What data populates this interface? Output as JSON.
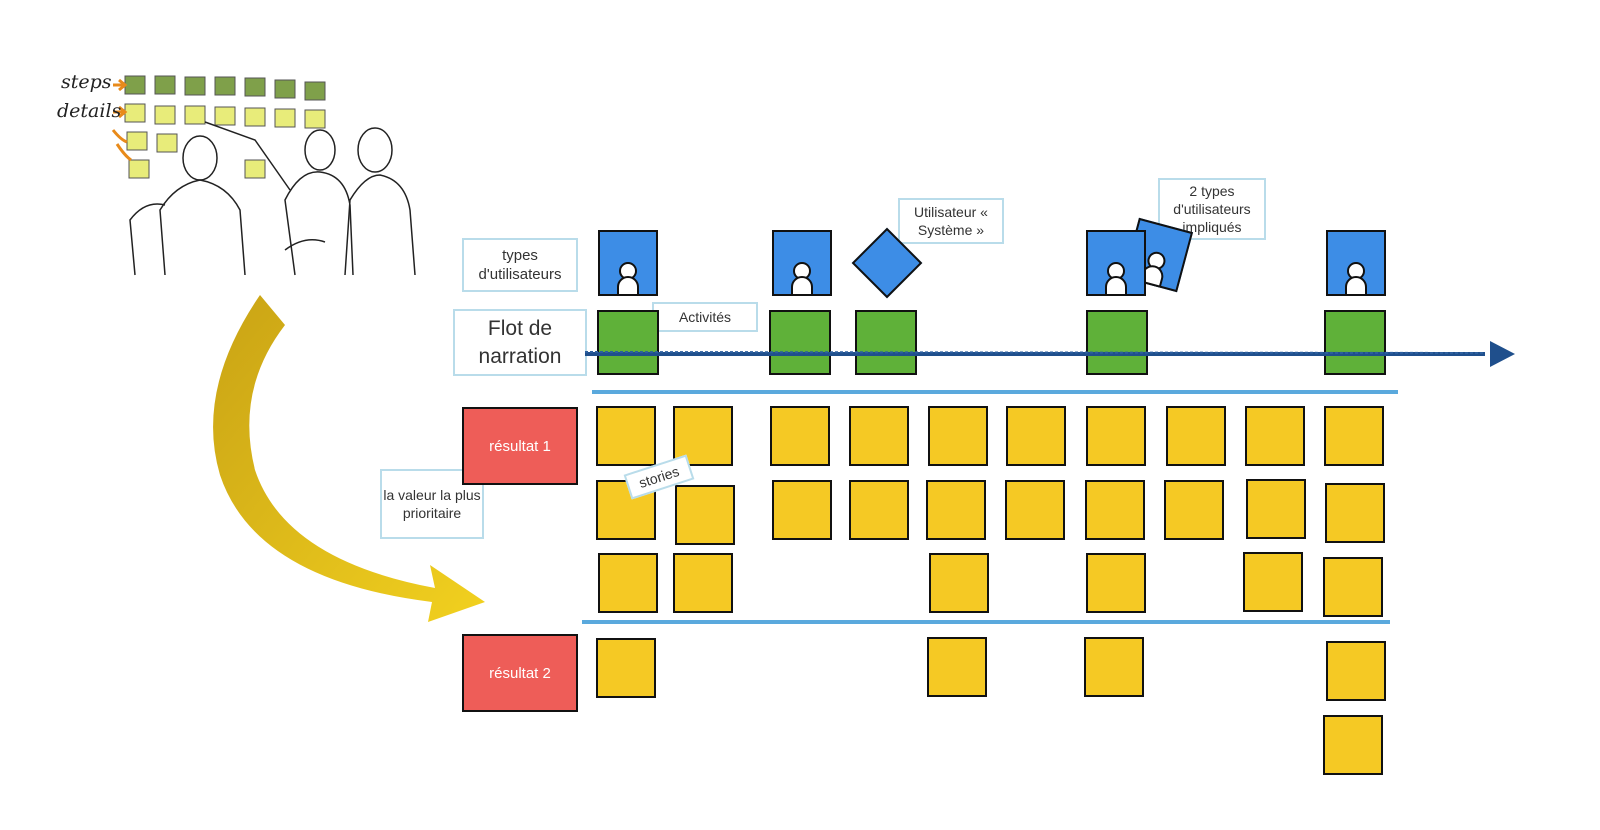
{
  "sketch": {
    "steps_label": "steps",
    "details_label": "details"
  },
  "labels": {
    "user_types": "types d'utilisateurs",
    "narrative_flow": "Flot de narration",
    "activities": "Activités",
    "system_user": "Utilisateur « Système »",
    "two_user_types": "2 types d'utilisateurs impliqués",
    "stories": "stories",
    "highest_priority": "la valeur la plus prioritaire"
  },
  "outcomes": {
    "outcome_1": "résultat 1",
    "outcome_2": "résultat 2"
  },
  "colors": {
    "story": "#f5c924",
    "activity": "#5fb139",
    "user": "#3d8de6",
    "outcome": "#ee5d58",
    "release_line": "#5aa9dd",
    "flow_arrow": "#1f4f8c",
    "sketch_arrow": "#e8c41c"
  }
}
